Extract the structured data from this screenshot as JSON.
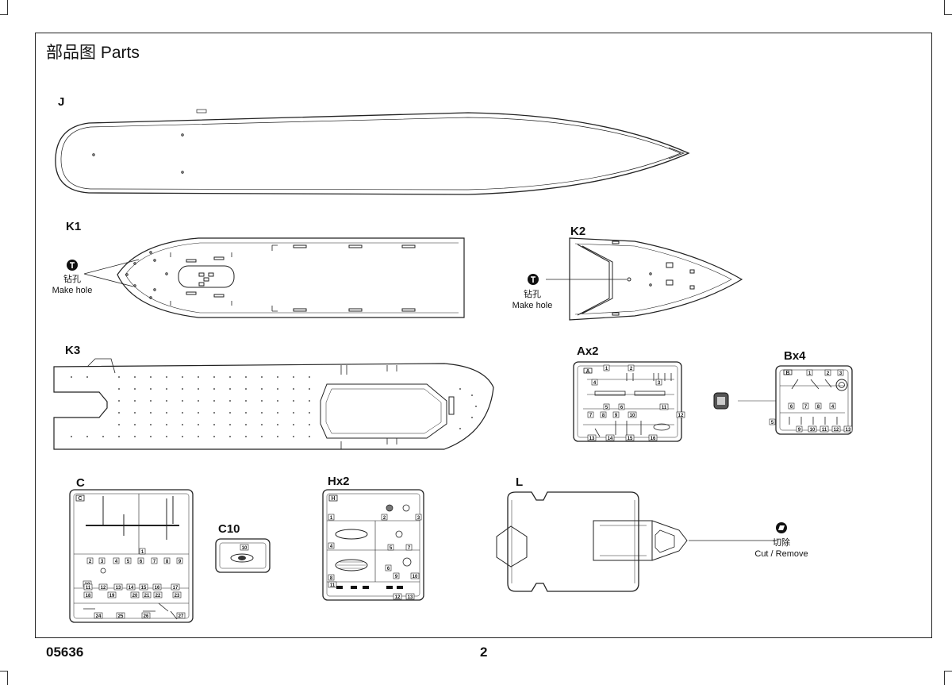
{
  "page": {
    "title": "部品图 Parts",
    "code": "05636",
    "number": "2"
  },
  "parts": {
    "J": {
      "label": "J"
    },
    "K1": {
      "label": "K1"
    },
    "K2": {
      "label": "K2"
    },
    "K3": {
      "label": "K3"
    },
    "A": {
      "label": "Ax2",
      "tag": "A",
      "nums": [
        "1",
        "2",
        "3",
        "4",
        "5",
        "6",
        "7",
        "8",
        "9",
        "10",
        "11",
        "12",
        "13",
        "14",
        "15",
        "16"
      ]
    },
    "B": {
      "label": "Bx4",
      "tag": "B",
      "nums": [
        "1",
        "2",
        "3",
        "4",
        "5",
        "6",
        "7",
        "8",
        "9",
        "10",
        "11",
        "12",
        "13"
      ]
    },
    "C": {
      "label": "C",
      "tag": "C",
      "nums": [
        "1",
        "2",
        "3",
        "4",
        "5",
        "6",
        "7",
        "8",
        "9",
        "10",
        "11",
        "12",
        "13",
        "14",
        "15",
        "16",
        "17",
        "18",
        "19",
        "20",
        "21",
        "22",
        "23",
        "24",
        "25",
        "26",
        "27"
      ]
    },
    "C10": {
      "label": "C10",
      "nums": [
        "10"
      ]
    },
    "H": {
      "label": "Hx2",
      "tag": "H",
      "nums": [
        "1",
        "2",
        "3",
        "4",
        "5",
        "6",
        "7",
        "8",
        "9",
        "10",
        "11",
        "12",
        "13"
      ]
    },
    "L": {
      "label": "L"
    }
  },
  "notes": {
    "make_hole_cn": "钻孔",
    "make_hole_en": "Make hole",
    "cut_remove_cn": "切除",
    "cut_remove_en": "Cut / Remove"
  },
  "icons": {
    "make_hole": "drill-hole-icon",
    "cut_remove": "cut-remove-icon"
  }
}
